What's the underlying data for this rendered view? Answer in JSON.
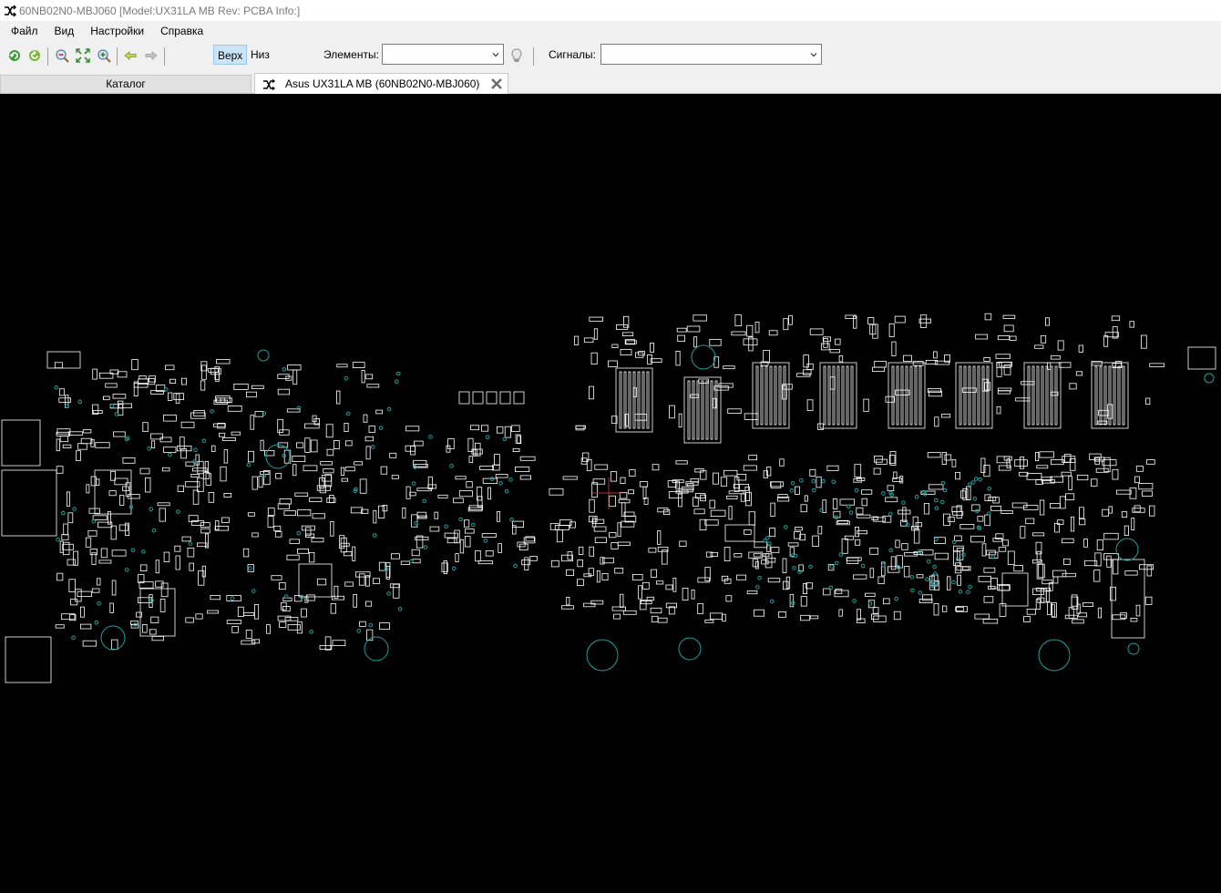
{
  "window": {
    "title": "60NB02N0-MBJ060 [Model:UX31LA MB Rev: PCBA Info:]",
    "icon": "crossed-arrows-icon"
  },
  "menu": {
    "items": [
      "Файл",
      "Вид",
      "Настройки",
      "Справка"
    ]
  },
  "toolbar": {
    "icons": [
      "reload-icon",
      "refresh-icon",
      "zoom-out-icon",
      "fit-window-icon",
      "zoom-in-icon",
      "back-arrow-icon",
      "forward-arrow-icon",
      "bulb-icon",
      "dropdown-arrow-icon"
    ],
    "layer_top": "Верх",
    "layer_bottom": "Низ",
    "active_layer": "top",
    "elements_label": "Элементы:",
    "elements_value": "",
    "signals_label": "Сигналы:",
    "signals_value": ""
  },
  "tabs": [
    {
      "label": "Каталог",
      "active": false
    },
    {
      "label": "Asus UX31LA MB (60NB02N0-MBJ060)",
      "active": true,
      "icon": "crossed-arrows-icon",
      "close_icon": "close-icon"
    }
  ],
  "board_view": {
    "background": "#000000",
    "outline_color": "#ffffff",
    "hole_color": "#1fa0a0",
    "cursor_color": "#b03030",
    "cursor_icon": "crosshair-icon"
  }
}
